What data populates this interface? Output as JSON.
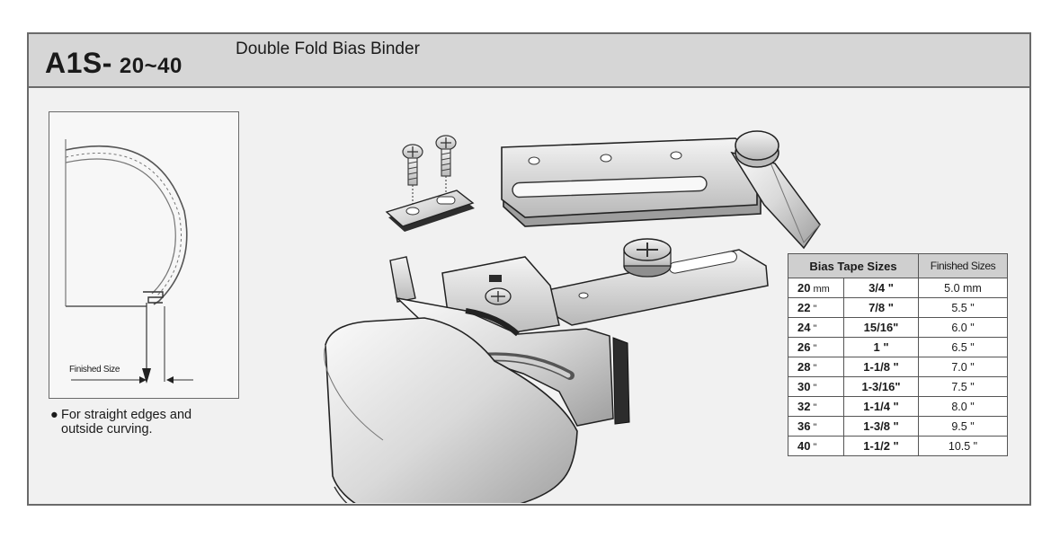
{
  "header": {
    "model_prefix": "A1S-",
    "model_range": "20~40",
    "title": "Double Fold Bias Binder"
  },
  "inset": {
    "finished_size_label": "Finished Size"
  },
  "note": {
    "bullet": "●",
    "line1": "For straight edges and",
    "line2": "outside curving."
  },
  "table": {
    "header_bias": "Bias Tape Sizes",
    "header_finished": "Finished Sizes",
    "rows": [
      {
        "mm": "20",
        "unit": "mm",
        "inch": "3/4 \"",
        "finished": "5.0  mm"
      },
      {
        "mm": "22",
        "unit": "\"",
        "inch": "7/8 \"",
        "finished": "5.5  \""
      },
      {
        "mm": "24",
        "unit": "\"",
        "inch": "15/16\"",
        "finished": "6.0  \""
      },
      {
        "mm": "26",
        "unit": "\"",
        "inch": "1 \"",
        "finished": "6.5  \""
      },
      {
        "mm": "28",
        "unit": "\"",
        "inch": "1-1/8 \"",
        "finished": "7.0  \""
      },
      {
        "mm": "30",
        "unit": "\"",
        "inch": "1-3/16\"",
        "finished": "7.5  \""
      },
      {
        "mm": "32",
        "unit": "\"",
        "inch": "1-1/4 \"",
        "finished": "8.0  \""
      },
      {
        "mm": "36",
        "unit": "\"",
        "inch": "1-3/8 \"",
        "finished": "9.5  \""
      },
      {
        "mm": "40",
        "unit": "\"",
        "inch": "1-1/2 \"",
        "finished": "10.5  \""
      }
    ]
  },
  "colors": {
    "header_bg": "#d6d6d6",
    "panel_bg": "#f1f1f1",
    "border": "#6a6a6a",
    "metal_light": "#e8e8e8",
    "metal_dark": "#9a9a9a"
  }
}
